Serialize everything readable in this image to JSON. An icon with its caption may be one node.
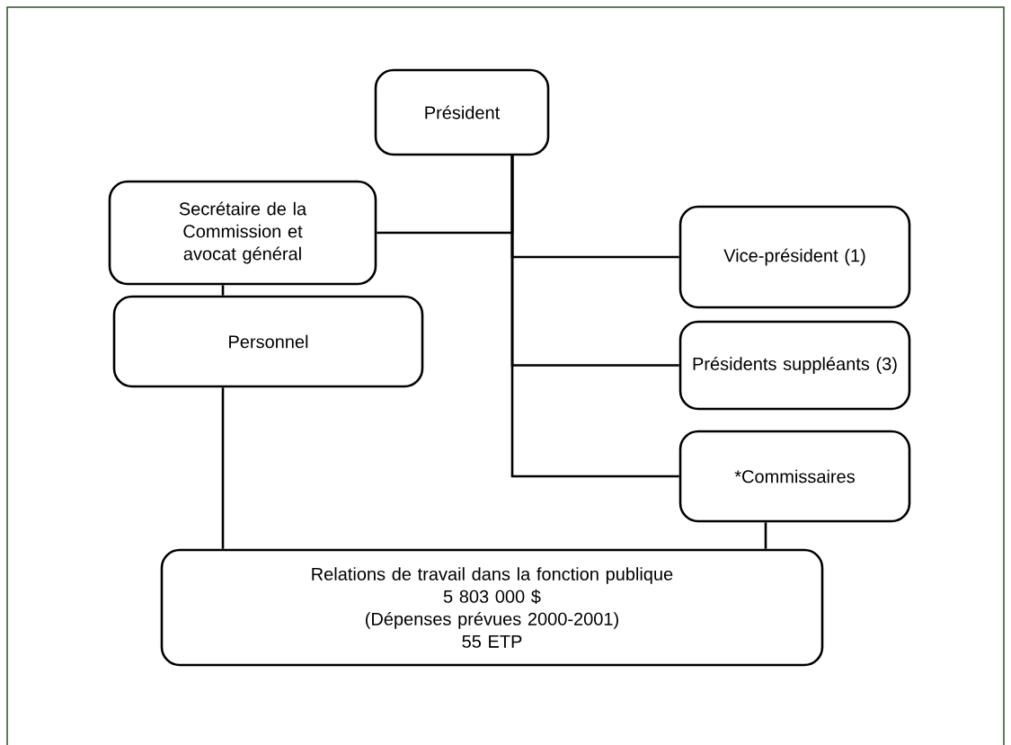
{
  "diagram": {
    "nodes": [
      {
        "text": [
          "Président"
        ]
      },
      {
        "text": [
          "Secrétaire de la Commission et avocat général"
        ]
      },
      {
        "text": [
          "Vice-président (1)"
        ]
      },
      {
        "text": [
          "Personnel"
        ]
      },
      {
        "text": [
          "Présidents suppléants (3)"
        ]
      },
      {
        "text": [
          "*Commissaires"
        ]
      },
      {
        "text": [
          "Relations de travail dans la fonction publique",
          "5 803 000 $",
          "(Dépenses prévues 2000-2001)",
          "55 ETP"
        ]
      }
    ],
    "edges": [
      {
        "from": 0,
        "to": 1,
        "arrow": "none"
      },
      {
        "from": 0,
        "to": 2,
        "arrow": "none"
      },
      {
        "from": 0,
        "to": 4,
        "arrow": "none"
      },
      {
        "from": 0,
        "to": 5,
        "arrow": "none"
      },
      {
        "from": 1,
        "to": 3,
        "arrow": "none"
      },
      {
        "from": 3,
        "to": 6,
        "arrow": "none"
      },
      {
        "from": 5,
        "to": 6,
        "arrow": "none"
      }
    ]
  }
}
